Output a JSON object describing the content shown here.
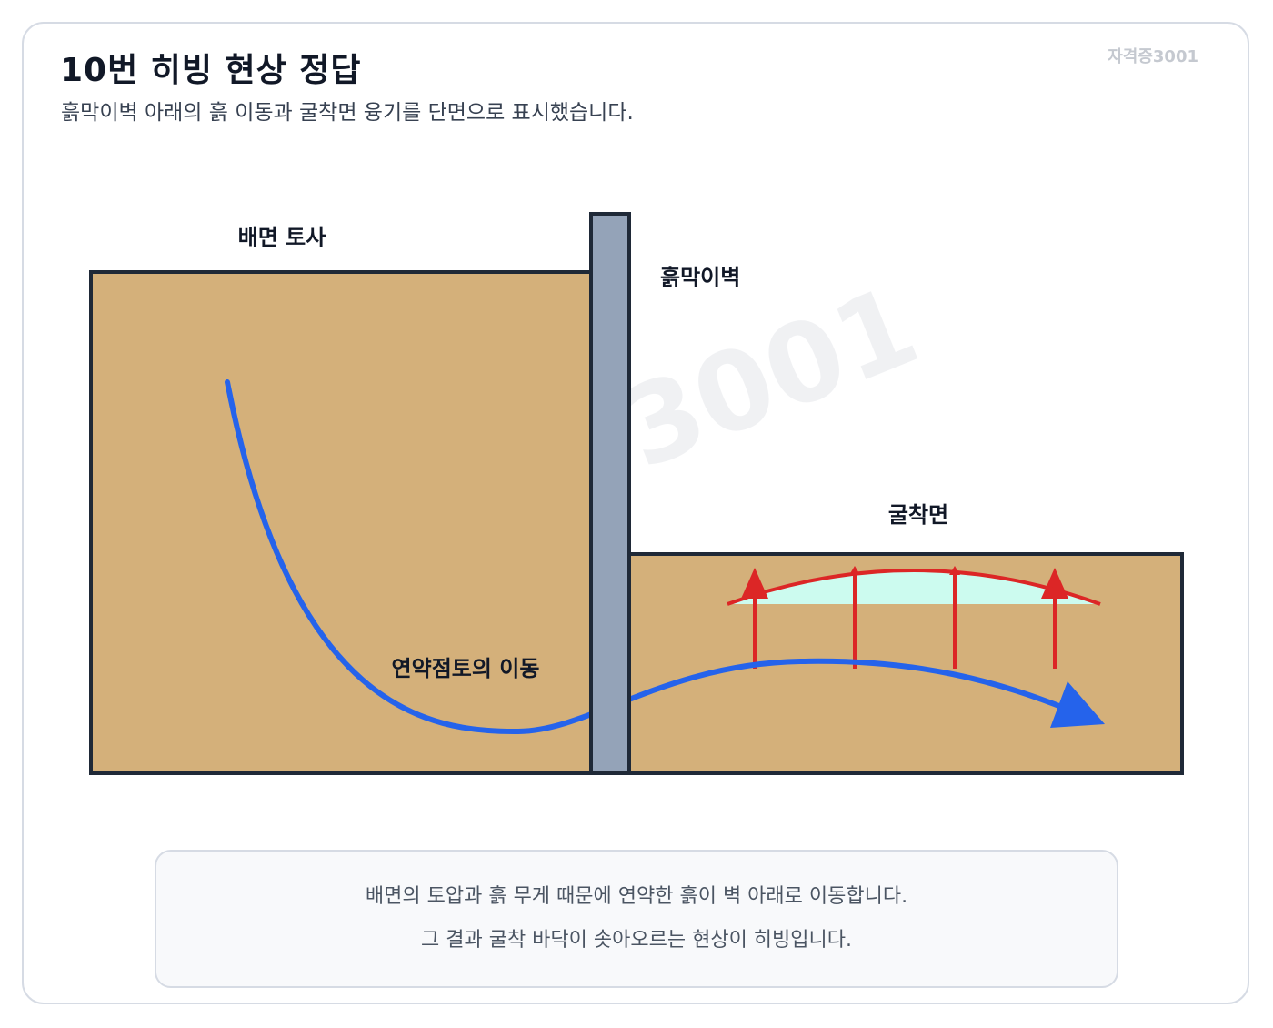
{
  "header": {
    "title": "10번 히빙 현상 정답",
    "subtitle": "흙막이벽 아래의 흙 이동과 굴착면 융기를 단면으로 표시했습니다.",
    "code_tag": "자격증3001"
  },
  "diagram": {
    "watermark": "자격증3001",
    "labels": {
      "backfill": "배면 토사",
      "wall": "흙막이벽",
      "excavation": "굴착면",
      "flow": "연약점토의 이동"
    },
    "colors": {
      "soil": "#d4b07a",
      "wall": "#94a3b8",
      "outline": "#1f2937",
      "flow_arrow": "#2563eb",
      "heave": "#dc2626",
      "heave_fill": "#ccfbef"
    }
  },
  "note": {
    "lines": [
      "배면의 토압과 흙 무게 때문에 연약한 흙이 벽 아래로 이동합니다.",
      "그 결과 굴착 바닥이 솟아오르는 현상이 히빙입니다."
    ]
  }
}
